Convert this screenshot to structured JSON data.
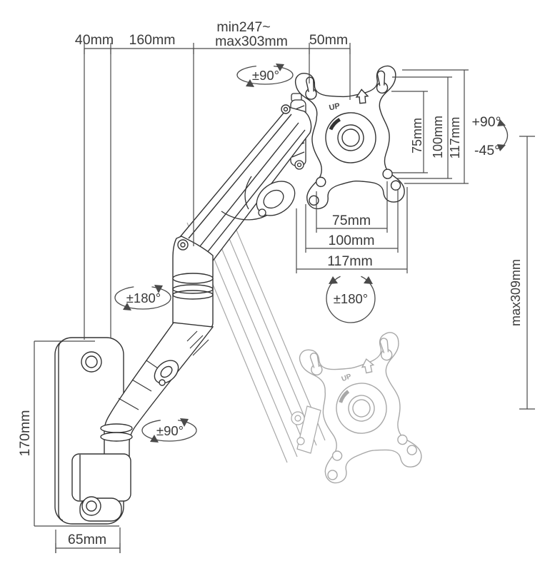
{
  "diagram_title": "monitor-wall-mount-arm-dimension-diagram",
  "colors": {
    "line": "#333333",
    "ghost": "#a8a8a8",
    "dim_line": "#4a4a4a",
    "text": "#3a3a3a",
    "background": "#ffffff"
  },
  "dimensions": {
    "top": {
      "wall_offset": "40mm",
      "base_arm": "160mm",
      "extension_min": "min247~",
      "extension_max": "max303mm",
      "head_offset": "50mm"
    },
    "vesa_vertical": {
      "v75": "75mm",
      "v100": "100mm",
      "v117": "117mm"
    },
    "vesa_horizontal": {
      "h75": "75mm",
      "h100": "100mm",
      "h117": "117mm"
    },
    "arm": {
      "max_height": "max309mm"
    },
    "wall_plate": {
      "height": "170mm",
      "width": "65mm"
    }
  },
  "angles": {
    "swivel_top": "±90°",
    "swivel_bottom": "±90°",
    "rotate_arm": "±180°",
    "rotate_plate": "±180°",
    "tilt_up": "+90°",
    "tilt_down": "-45°"
  },
  "plate": {
    "up_main": "UP",
    "up_ghost": "UP"
  }
}
